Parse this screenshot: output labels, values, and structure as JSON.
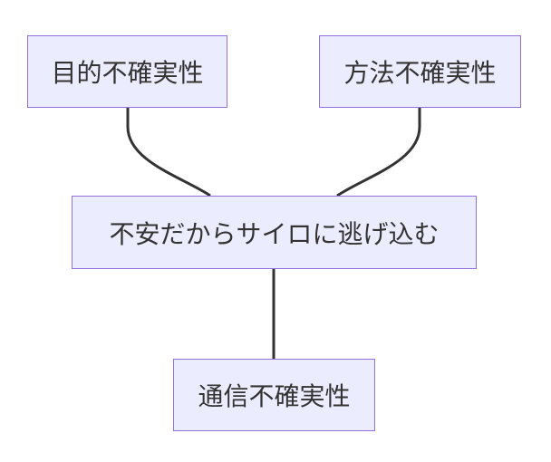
{
  "diagram": {
    "type": "flowchart",
    "colors": {
      "node_fill": "#ececff",
      "node_border": "#9370db",
      "edge": "#333333",
      "text": "#333333",
      "background": "#ffffff"
    },
    "nodes": {
      "purpose_uncertainty": {
        "label": "目的不確実性"
      },
      "method_uncertainty": {
        "label": "方法不確実性"
      },
      "silo": {
        "label": "不安だからサイロに逃げ込む"
      },
      "communication_uncertainty": {
        "label": "通信不確実性"
      }
    },
    "edges": [
      {
        "from": "purpose_uncertainty",
        "to": "silo"
      },
      {
        "from": "method_uncertainty",
        "to": "silo"
      },
      {
        "from": "silo",
        "to": "communication_uncertainty"
      }
    ]
  }
}
